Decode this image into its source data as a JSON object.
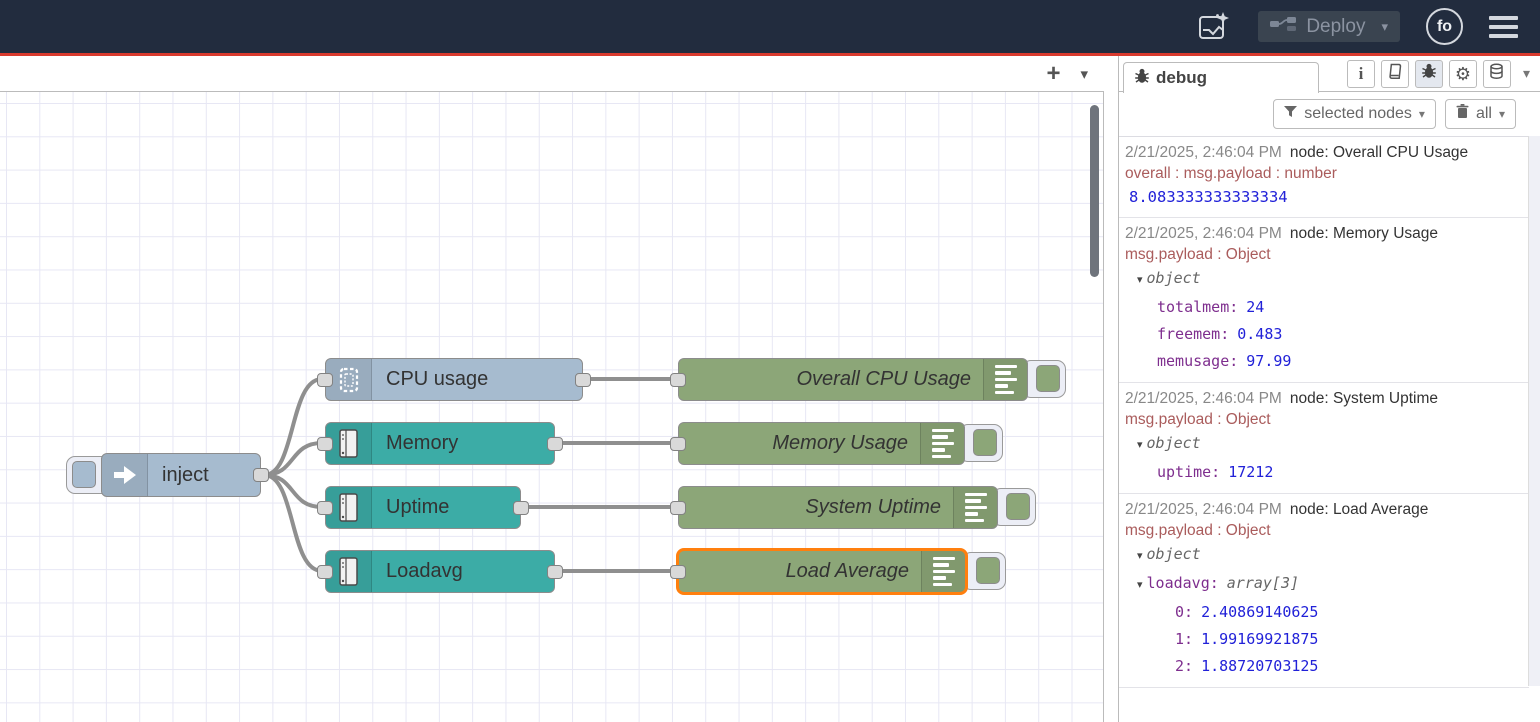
{
  "ui": {
    "plus": "+",
    "caret": "▾",
    "info_glyph": "i",
    "gear_glyph": "⚙"
  },
  "header": {
    "deploy_label": "Deploy",
    "avatar_text": "fo",
    "icons": {
      "assistant": "sparkle-flow-icon",
      "deploy": "node-link-icon",
      "menu": "hamburger-icon"
    }
  },
  "flow": {
    "nodes": [
      {
        "id": "inject",
        "label": "inject",
        "type": "inject"
      },
      {
        "id": "cpu",
        "label": "CPU usage",
        "type": "os-cpu"
      },
      {
        "id": "memory",
        "label": "Memory",
        "type": "os-memory"
      },
      {
        "id": "uptime",
        "label": "Uptime",
        "type": "os-uptime"
      },
      {
        "id": "loadavg",
        "label": "Loadavg",
        "type": "os-loadavg"
      },
      {
        "id": "dbg-cpu",
        "label": "Overall CPU Usage",
        "type": "debug"
      },
      {
        "id": "dbg-mem",
        "label": "Memory Usage",
        "type": "debug"
      },
      {
        "id": "dbg-up",
        "label": "System Uptime",
        "type": "debug"
      },
      {
        "id": "dbg-load",
        "label": "Load Average",
        "type": "debug",
        "selected": true
      }
    ]
  },
  "sidebar": {
    "tab_label": "debug",
    "filter_label": "selected nodes",
    "clear_label": "all",
    "icons": [
      "info-icon",
      "book-icon",
      "bug-icon",
      "gear-icon",
      "database-icon"
    ],
    "messages": [
      {
        "timestamp": "2/21/2025, 2:46:04 PM",
        "node": "node: Overall CPU Usage",
        "property": "overall : msg.payload : number",
        "value": "8.083333333333334"
      },
      {
        "timestamp": "2/21/2025, 2:46:04 PM",
        "node": "node: Memory Usage",
        "property": "msg.payload : Object",
        "object_label": "object",
        "entries": [
          {
            "key": "totalmem:",
            "value": "24"
          },
          {
            "key": "freemem:",
            "value": "0.483"
          },
          {
            "key": "memusage:",
            "value": "97.99"
          }
        ]
      },
      {
        "timestamp": "2/21/2025, 2:46:04 PM",
        "node": "node: System Uptime",
        "property": "msg.payload : Object",
        "object_label": "object",
        "entries": [
          {
            "key": "uptime:",
            "value": "17212"
          }
        ]
      },
      {
        "timestamp": "2/21/2025, 2:46:04 PM",
        "node": "node: Load Average",
        "property": "msg.payload : Object",
        "object_label": "object",
        "array_key": "loadavg:",
        "array_label": "array[3]",
        "entries": [
          {
            "key": "0:",
            "value": "2.40869140625"
          },
          {
            "key": "1:",
            "value": "1.99169921875"
          },
          {
            "key": "2:",
            "value": "1.88720703125"
          }
        ]
      }
    ]
  }
}
